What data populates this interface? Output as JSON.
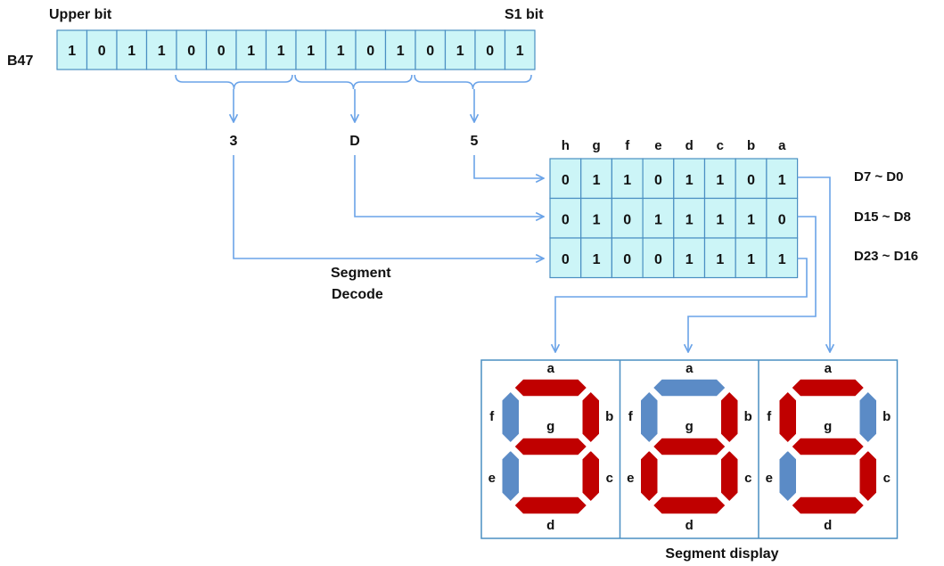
{
  "colors": {
    "cell_fill": "#ccf5f7",
    "cell_border": "#4a8fc2",
    "line": "#6aa3e8",
    "segment_on": "#c00000",
    "segment_off": "#5b8bc6"
  },
  "register": {
    "name": "B47",
    "upper_label": "Upper bit",
    "lower_label": "S1 bit",
    "bits": [
      "1",
      "0",
      "1",
      "1",
      "0",
      "0",
      "1",
      "1",
      "1",
      "1",
      "0",
      "1",
      "0",
      "1",
      "0",
      "1"
    ]
  },
  "nibble_values": [
    "3",
    "D",
    "5"
  ],
  "decode_table": {
    "headers": [
      "h",
      "g",
      "f",
      "e",
      "d",
      "c",
      "b",
      "a"
    ],
    "rows": [
      {
        "bits": [
          "0",
          "1",
          "1",
          "0",
          "1",
          "1",
          "0",
          "1"
        ],
        "label": "D7 ~ D0"
      },
      {
        "bits": [
          "0",
          "1",
          "0",
          "1",
          "1",
          "1",
          "1",
          "0"
        ],
        "label": "D15 ~ D8"
      },
      {
        "bits": [
          "0",
          "1",
          "0",
          "0",
          "1",
          "1",
          "1",
          "1"
        ],
        "label": "D23 ~ D16"
      }
    ]
  },
  "decode_label": [
    "Segment",
    "Decode"
  ],
  "display": {
    "title": "Segment display",
    "segment_names": [
      "a",
      "b",
      "c",
      "d",
      "e",
      "f",
      "g"
    ],
    "digits": [
      {
        "value": "3",
        "on": [
          "a",
          "b",
          "c",
          "d",
          "g"
        ]
      },
      {
        "value": "D",
        "on": [
          "b",
          "c",
          "d",
          "e",
          "g"
        ]
      },
      {
        "value": "5",
        "on": [
          "a",
          "c",
          "d",
          "f",
          "g"
        ]
      }
    ]
  }
}
